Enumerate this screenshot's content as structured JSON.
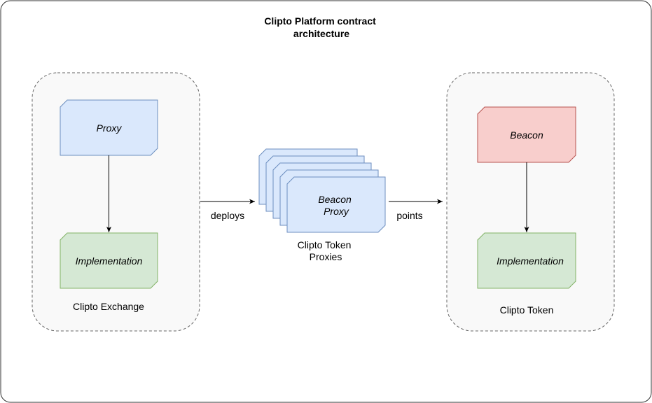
{
  "diagram": {
    "title_line1": "Clipto Platform contract",
    "title_line2": "architecture",
    "exchange_group": {
      "label": "Clipto Exchange",
      "proxy_label": "Proxy",
      "implementation_label": "Implementation"
    },
    "token_group": {
      "label": "Clipto Token",
      "beacon_label": "Beacon",
      "implementation_label": "Implementation"
    },
    "beacon_proxies": {
      "label_line1": "Beacon",
      "label_line2": "Proxy",
      "caption_line1": "Clipto Token",
      "caption_line2": "Proxies"
    },
    "edges": {
      "deploys_label": "deploys",
      "points_label": "points"
    }
  },
  "colors": {
    "proxy_fill": "#dae8fc",
    "proxy_stroke": "#6c8ebf",
    "implementation_fill": "#d5e8d4",
    "implementation_stroke": "#82b366",
    "beacon_fill": "#f8cecc",
    "beacon_stroke": "#b85450",
    "group_fill": "#f9f9f9",
    "group_stroke": "#666666",
    "frame_stroke": "#333333"
  }
}
